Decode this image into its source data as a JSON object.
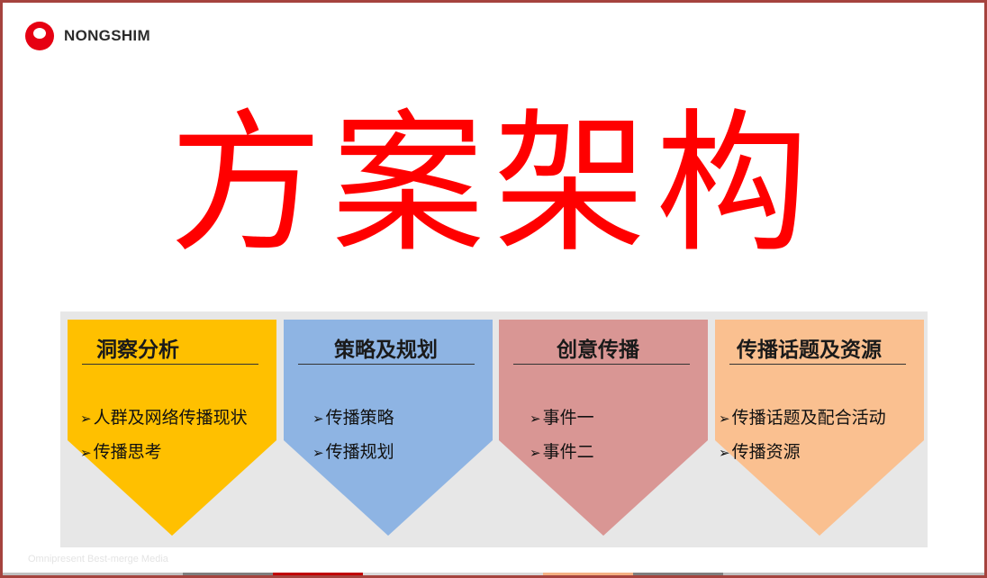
{
  "brand": {
    "name": "NONGSHIM"
  },
  "title": "方案架构",
  "arrow_glyph": "➢",
  "pillars": [
    {
      "heading": "洞察分析",
      "color": "#ffc000",
      "items": [
        "人群及网络传播现状",
        "传播思考"
      ]
    },
    {
      "heading": "策略及规划",
      "color": "#8eb4e3",
      "items": [
        "传播策略",
        "传播规划"
      ]
    },
    {
      "heading": "创意传播",
      "color": "#d99694",
      "items": [
        "事件一",
        "事件二"
      ]
    },
    {
      "heading": "传播话题及资源",
      "color": "#fac090",
      "items": [
        "传播话题及配合活动",
        "传播资源"
      ]
    }
  ],
  "footer": {
    "text": "Omnipresent Best-merge Media"
  },
  "colors": {
    "title": "#ff0000",
    "frame": "#a5433e",
    "brand_red": "#e60012"
  }
}
